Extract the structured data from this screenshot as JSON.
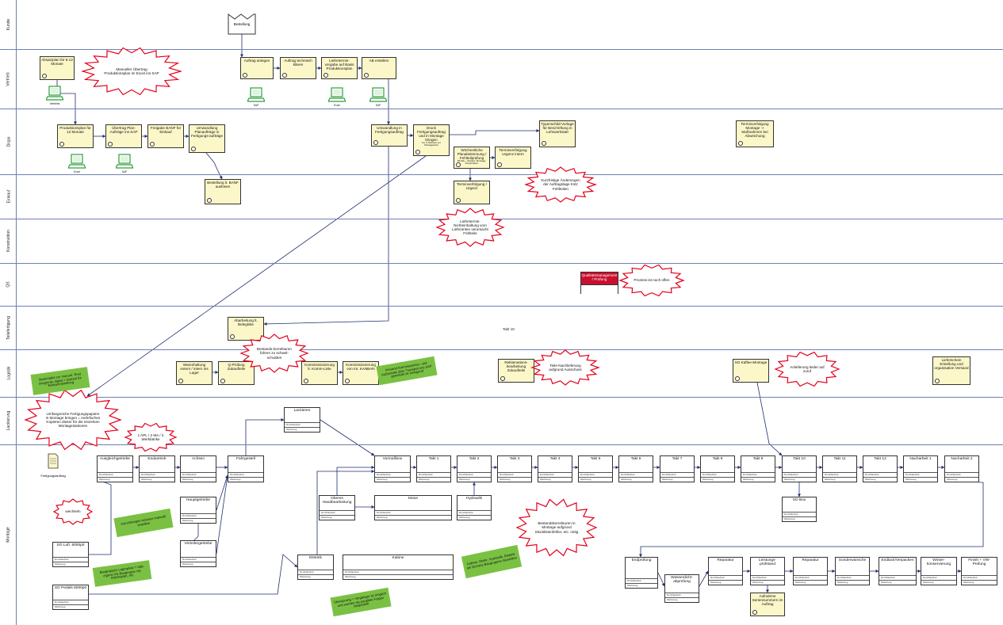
{
  "lanes": [
    "Kunde",
    "Vertrieb",
    "Dispo",
    "Einkauf",
    "Konstruktion",
    "QS",
    "Teilefertigung",
    "Logistik",
    "Lackierung",
    "Montage"
  ],
  "colors": {
    "activity_fill": "#fbf7c8",
    "note_fill": "#7ac143",
    "burst_stroke": "#e3001b",
    "red_box": "#c8102e",
    "lane_line": "#6f7fb0",
    "connector": "#1f2e6e",
    "pc": "#2e9e3a"
  },
  "customer": {
    "order_label": "Bestellung"
  },
  "vertrieb": {
    "absatzplan": "Absatzplan für 6-12 Monate",
    "auftrag_anlegen": "Auftrag anlegen",
    "auftrag_technisch": "Auftrag technisch klären",
    "liefertermin": "Liefertermin-vorgabe auf Basis Produktionsplan",
    "ab_erstellen": "AB erstellen"
  },
  "pcs": {
    "vertrieb_1": "Vertriebs",
    "vertrieb_2": "SAP",
    "vertrieb_3": "Excel",
    "vertrieb_4": "SAP",
    "dispo_1": "Excel",
    "dispo_2": "SAP"
  },
  "dispo": {
    "produktionsplan": "Produktionsplan für 12 Monate",
    "uebertrag_plan": "Übertrag Plan-Aufträge ins SAP",
    "freigabe": "Freigabe BANF für Einkauf",
    "umwandlung_plan": "Umwandlung Planaufträge in Fertigungs-aufträge",
    "umwandlung_fa": "Umwandlung in Fertigungsauftrag",
    "druck": "Druck Fertigungsauftrag und in Montage bringen",
    "druck_sub": "Ca. 6 Wochen vor Montagestart",
    "typenschild": "Typenschild-Vorlage für Beschriftung in Lehrwerkstatt",
    "woechentliche": "Wöchentliche Planabstimmung / Fehlteilprüfung",
    "woechentliche_sub": "Mit Ein-, Verkauf, Montage, Konstruktion",
    "terminverfolgung_intern": "Terminverfolgung Urgenz intern",
    "terminverfolgung_montage": "Terminverfolgung Montage -> Maßnahmen bei Abweichung"
  },
  "einkauf": {
    "bestellung": "Bestellung lt. BANF auslösen",
    "terminverfolgung": "Terminverfolgung / Urgenz"
  },
  "qs": {
    "red_label": "Qualitätsmanagement / Prüfung"
  },
  "teilefertigung": {
    "abarbeitung": "Abarbeitung lt. Belegliste",
    "center": "Takt 10"
  },
  "logistik": {
    "warenhaltung": "Warenhaltung extern / intern ins Lager",
    "q_pruefung": "Q-Prüfung Zukaufteile",
    "kommissionierung_1": "Kommissionierung lt. Komm-Liste",
    "kommissionierung_2": "Kommissionierung von Int. KANBAN",
    "reklamation": "Reklamations-bearbeitung Zukaufteile",
    "nachlieferung_montage": "SO Kaffee-Montage",
    "lieferschein": "Lieferschein Erstellung und organisation Versand"
  },
  "lackierung": {
    "lackieren": "Lackieren"
  },
  "montage": {
    "fertigungsauftrag": "Fertigungsauftrag",
    "ausgleichgetriebe": "Ausgleichgetriebe",
    "endantrieb": "Endantrieb",
    "achsen": "Achsen",
    "fahrgestell": "Fahrgestell",
    "hauptgetriebe": "Hauptgetriebe",
    "verteilergetriebe": "Verteilergetriebe",
    "vormaßbox": "Vormaßbox",
    "takts": [
      "Takt 1",
      "Takt 2",
      "Takt 3",
      "Takt 4",
      "Takt 5",
      "Takt 6",
      "Takt 7",
      "Takt 8",
      "Takt 9",
      "Takt 10",
      "Takt 11",
      "Takt 12",
      "Nacharbeit 1",
      "Nacharbeit 2"
    ],
    "motor": "Motor",
    "hydraulik": "Hydraulik",
    "ober_handbearbeitung": "Oberes Handbearbeitung",
    "elektrik": "Elektrik",
    "kabine": "Kabine",
    "so_box": "SO Box",
    "so_ausstattung": "SO Luft. 6000p0",
    "so_pedals": "SO Pedals 6000p0",
    "endpruefung": "Endprüfung",
    "wassertest": "Wasserdicht-abprüfung",
    "reparatur_1": "Reparatur",
    "leistungspruefstand": "Leistungs-prüfstand",
    "reparatur_2": "Reparatur",
    "sonderwuensche": "Sonderwünsche",
    "endlack": "Endlack/Verpacken",
    "winterkonservierung": "Winter-konservierung",
    "finish": "Finish + VW-Prüfung",
    "aufnahme": "Aufnahme Seriennummern im Auftrag",
    "row_label_1": "Durchlaufzeit",
    "row_label_2": "Werkzeug"
  },
  "bursts": {
    "b1": "Manueller Übertrag Produktionsplan im Excel ins SAP",
    "b2": "Kurzfristige Änderungen der Auftragslage trotz Fehlteilen",
    "b3": "Liefertermin-Nichteinhaltung vom Lieferanten verursacht Fehlteile",
    "b4": "Prozess ist noch offen",
    "b5": "Bestands-korrekturen führen zu schwel-schulden",
    "b6": "Teile-Nachlieferung aufgrund Ausschuss",
    "b7": "Anlieferung leider auf zuruf",
    "b8": "Umfangreiche Fertigungspapiere in Montage bringen = mehrfaches Kopieren dieser für die einzelnen Montagestationen",
    "b9": "1 APL / 2 MA / 2 Werkbänke",
    "b10": "wechseln",
    "b11": "Bestandskorrekturen in Montage aufgrund Stücklistenfehler, etc. nötig"
  },
  "notes": {
    "n1": "Stammtafel zur manuel. Rest integrierte digital + Einheit für Teilebereitstellung",
    "n2": "Versand Kommissionier- und Außenteile über Transport ins SAP gemeldet ist zwingend",
    "n3": "Vorrichtungen müssen manuell erstellen",
    "n4": "Baugruppen Lagerplatz = falls eigene AS-Baugruppe mit Arbeitsplan, etc.",
    "n5": "Übersprung = Vorgänger ist möglich und werden als parallele Folgen dargestellt",
    "n6": "Kabine, Motor, Hydraulik, Elektrik als Dummy-Baugruppen darstellen"
  }
}
